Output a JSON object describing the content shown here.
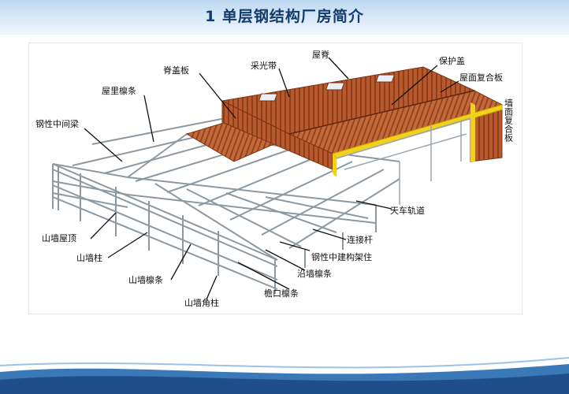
{
  "slide": {
    "title": "1 单层钢结构厂房简介"
  },
  "diagram": {
    "labels": {
      "ji_gai_ban": "脊盖板",
      "cai_guang_dai": "采光带",
      "wu_ji": "屋脊",
      "bao_hu_gai": "保护盖",
      "wu_mian_fu_he_ban": "屋面复合板",
      "wu_li_lin_tiao": "屋里檩条",
      "gang_xing_zhong_jian_liang": "钢性中间梁",
      "qiang_mian_fu_he_ban": "墙面复合板",
      "tian_che_gui_dao": "天车轨道",
      "shan_qiang_wu_ding": "山墙屋顶",
      "lian_jie_gan": "连接杆",
      "shan_qiang_zhu": "山墙柱",
      "gang_xing_zhong_jian_gou_jia_zhu": "钢性中建构架住",
      "shan_qiang_lin_tiao": "山墙檩条",
      "yan_qiang_lin_tiao": "沿墙檩条",
      "yan_kou_lin_tiao": "檐口檩条",
      "shan_qiang_jiao_zhu": "山墙角柱"
    },
    "colors": {
      "roof_panel": "#b85a2e",
      "insulation": "#f0d21c",
      "steel_frame": "#9aa5ad",
      "skylight": "#e8eef4"
    }
  }
}
